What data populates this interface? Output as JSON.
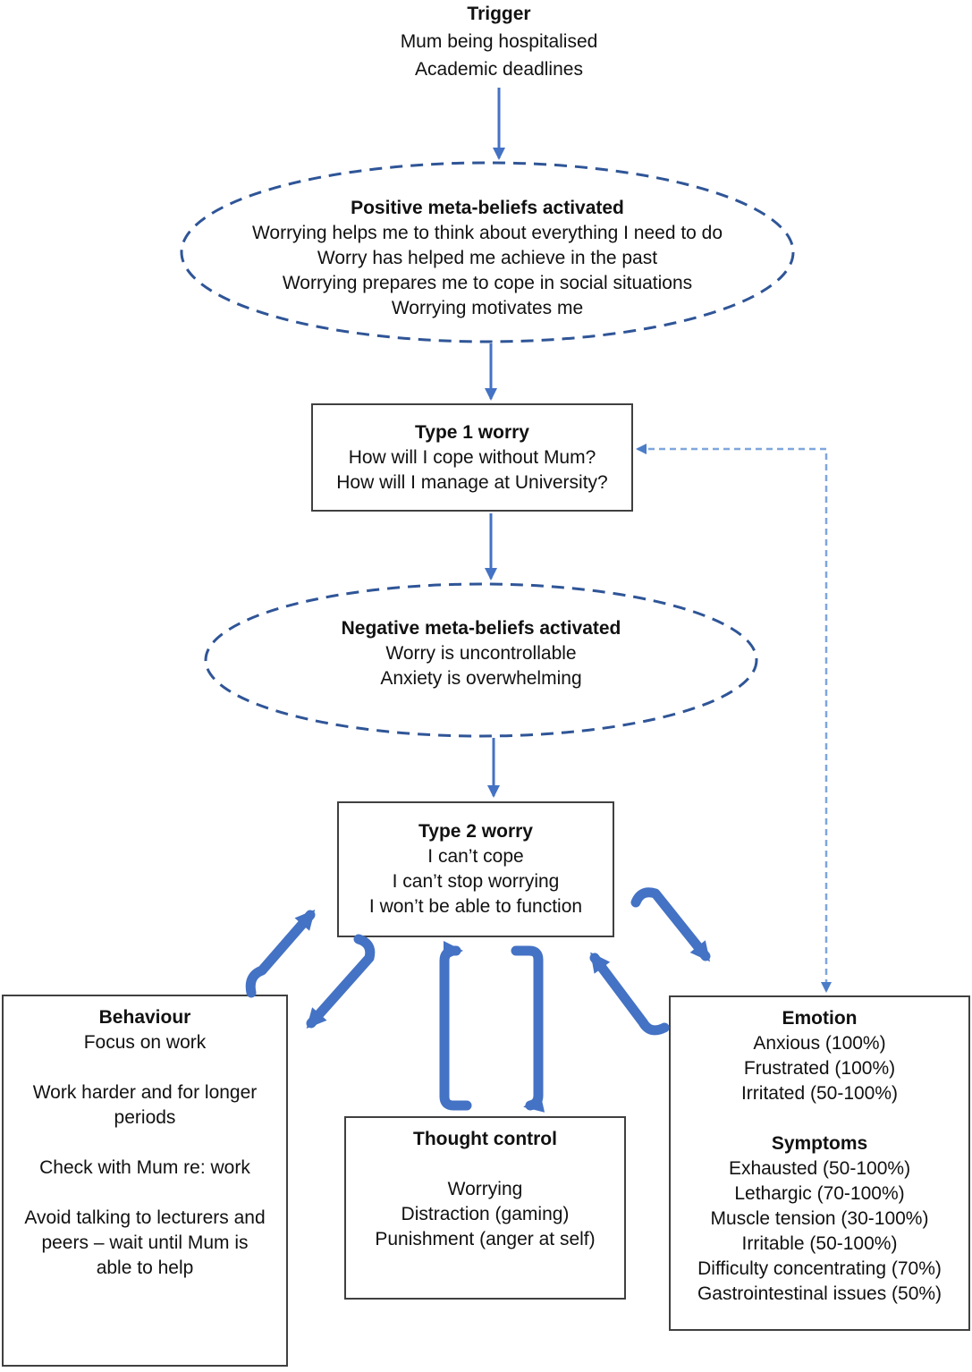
{
  "colors": {
    "accent_blue": "#4472C4",
    "ellipse_dash_blue": "#2F5597",
    "feedback_dash_blue": "#7EA6DC",
    "feedback_head_blue": "#4C7DC7",
    "box_border": "#404040",
    "text": "#111111"
  },
  "trigger": {
    "title": "Trigger",
    "lines": [
      "Mum being hospitalised",
      "Academic deadlines"
    ]
  },
  "positive_beliefs": {
    "title": "Positive meta-beliefs activated",
    "lines": [
      "Worrying helps me to think about everything I need to do",
      "Worry has helped me achieve in the past",
      "Worrying prepares me to cope in social situations",
      "Worrying motivates me"
    ]
  },
  "type1_worry": {
    "title": "Type 1 worry",
    "lines": [
      "How will I cope without Mum?",
      "How will I manage at University?"
    ]
  },
  "negative_beliefs": {
    "title": "Negative meta-beliefs activated",
    "lines": [
      "Worry is uncontrollable",
      "Anxiety is overwhelming"
    ]
  },
  "type2_worry": {
    "title": "Type 2 worry",
    "lines": [
      "I can’t cope",
      "I can’t stop worrying",
      "I won’t be able to function"
    ]
  },
  "behaviour": {
    "title": "Behaviour",
    "lines": [
      "Focus on work",
      "",
      "Work harder and for longer",
      "periods",
      "",
      "Check with Mum re: work",
      "",
      "Avoid talking to lecturers and",
      "peers – wait until Mum is",
      "able to help"
    ]
  },
  "thought_control": {
    "title": "Thought control",
    "lines": [
      "",
      "Worrying",
      "Distraction (gaming)",
      "Punishment (anger at self)"
    ]
  },
  "emotion": {
    "title": "Emotion",
    "lines": [
      "Anxious (100%)",
      "Frustrated (100%)",
      "Irritated (50-100%)"
    ],
    "symptoms_title": "Symptoms",
    "symptoms": [
      "Exhausted (50-100%)",
      "Lethargic (70-100%)",
      "Muscle tension (30-100%)",
      "Irritable (50-100%)",
      "Difficulty concentrating (70%)",
      "Gastrointestinal issues (50%)"
    ]
  }
}
